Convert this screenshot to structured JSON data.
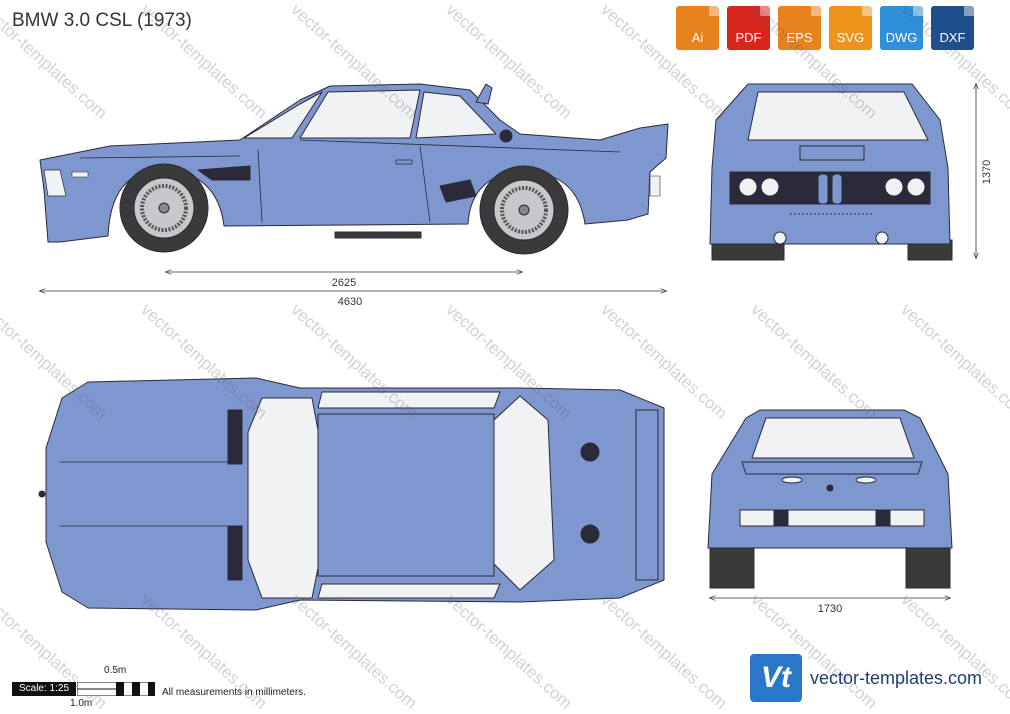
{
  "title": "BMW 3.0 CSL (1973)",
  "formats": [
    {
      "label": "Ai",
      "color": "#e8821c",
      "icon": "ai-file-icon"
    },
    {
      "label": "PDF",
      "color": "#d9261c",
      "icon": "pdf-file-icon"
    },
    {
      "label": "EPS",
      "color": "#e8821c",
      "icon": "eps-file-icon"
    },
    {
      "label": "SVG",
      "color": "#f0931c",
      "icon": "svg-file-icon"
    },
    {
      "label": "DWG",
      "color": "#2f8fd8",
      "icon": "dwg-file-icon"
    },
    {
      "label": "DXF",
      "color": "#1e4f8c",
      "icon": "dxf-file-icon"
    }
  ],
  "dimensions": {
    "wheelbase": "2625",
    "length": "4630",
    "height": "1370",
    "width": "1730"
  },
  "scale": {
    "label": "Scale: 1:25",
    "half_meter": "0.5m",
    "one_meter": "1.0m"
  },
  "note": "All measurements in millimeters.",
  "brand": {
    "logo": "Vt",
    "text": "vector-templates.com"
  },
  "watermark": "vector-templates.com",
  "colors": {
    "body": "#7f97cf",
    "glass": "#f1f2f4",
    "tire": "#3a3a3a",
    "outline": "#2a2a3a"
  }
}
